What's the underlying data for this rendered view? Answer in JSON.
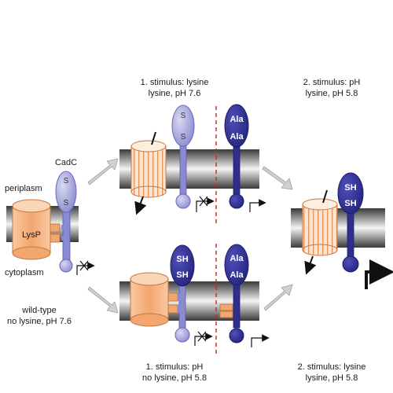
{
  "labels": {
    "cadc": "CadC",
    "periplasm": "periplasm",
    "cytoplasm": "cytoplasm",
    "lysp": "LysP",
    "wt_line1": "wild-type",
    "wt_line2": "no lysine, pH 7.6",
    "top_mid_line1": "1. stimulus: lysine",
    "top_mid_line2": "lysine, pH 7.6",
    "top_right_line1": "2. stimulus: pH",
    "top_right_line2": "lysine, pH 5.8",
    "bot_mid_line1": "1. stimulus: pH",
    "bot_mid_line2": "no lysine, pH 5.8",
    "bot_right_line1": "2. stimulus: lysine",
    "bot_right_line2": "lysine, pH 5.8"
  },
  "domains": {
    "s": "S",
    "sh": "SH",
    "ala": "Ala"
  },
  "colors": {
    "membrane_dark": "#4a4a4a",
    "membrane_light": "#f0f0f0",
    "lysp_fill": "#f6b98a",
    "lysp_stroke": "#c07a45",
    "cadc_lilac": "#9b9bd8",
    "cadc_dark": "#2e2e8f",
    "separator": "#d42020",
    "arrow": "#c8c8c8"
  }
}
